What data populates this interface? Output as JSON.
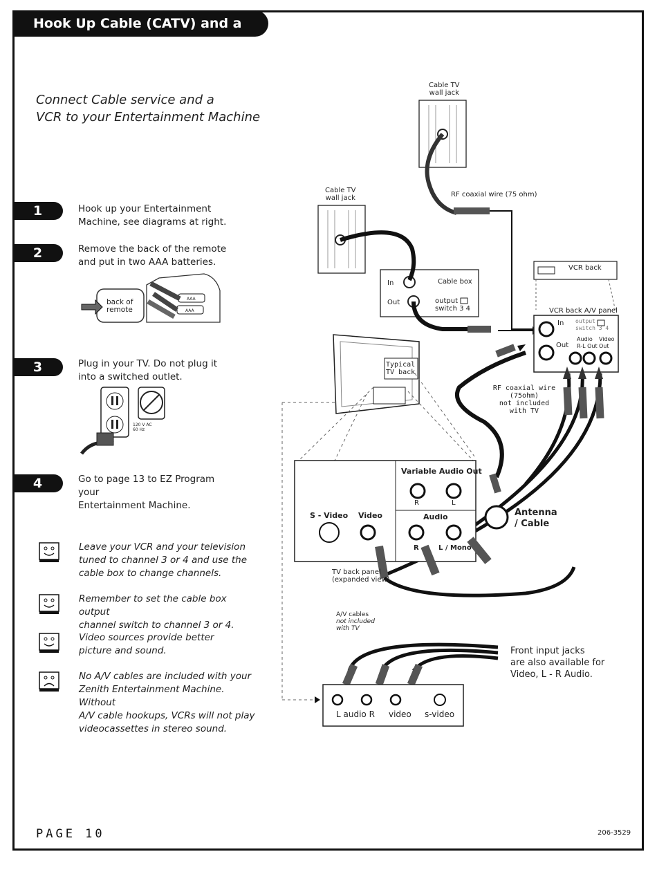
{
  "header": {
    "title": "Hook Up Cable (CATV) and a VCR"
  },
  "subtitle": {
    "line1": "Connect Cable service and a",
    "line2": "VCR to your Entertainment Machine"
  },
  "steps": [
    {
      "num": "1",
      "line1": "Hook up your Entertainment",
      "line2": "Machine, see diagrams at right."
    },
    {
      "num": "2",
      "line1": "Remove the back of the remote",
      "line2": "and put in two AAA batteries."
    },
    {
      "num": "3",
      "line1": "Plug in your TV. Do not plug it",
      "line2": "into a switched outlet."
    },
    {
      "num": "4",
      "line1": "Go to page 13 to EZ Program your",
      "line2": "Entertainment Machine."
    }
  ],
  "remote_label": {
    "line1": "back of",
    "line2": "remote"
  },
  "battery_label": "AAA",
  "outlet_label": {
    "line1": "120 V AC",
    "line2": "60 Hz"
  },
  "notes": [
    {
      "mood": "happy",
      "lines": [
        "Leave your VCR and your television",
        "tuned to channel 3 or 4 and use the",
        "cable box to change channels."
      ]
    },
    {
      "mood": "happy",
      "lines": [
        "Remember to set the cable box output",
        "channel switch to channel 3 or 4."
      ]
    },
    {
      "mood": "happy",
      "lines": [
        "Video sources provide better",
        "picture and sound."
      ]
    },
    {
      "mood": "sad",
      "lines": [
        "No A/V cables are included with your",
        "Zenith Entertainment Machine. Without",
        "A/V cable hookups, VCRs will not play",
        "videocassettes in stereo sound."
      ]
    }
  ],
  "diagram": {
    "wall_jack_top": {
      "line1": "Cable TV",
      "line2": "wall jack"
    },
    "wall_jack_left": {
      "line1": "Cable TV",
      "line2": "wall jack"
    },
    "rf_wire_top": "RF coaxial wire (75 ohm)",
    "cable_box": {
      "title": "Cable box",
      "in": "In",
      "out": "Out",
      "switch1": "output",
      "switch2": "switch",
      "ch": "3  4"
    },
    "vcr_back": "VCR back",
    "vcr_panel": {
      "title": "VCR back A/V panel",
      "in": "In",
      "out": "Out",
      "output": "output",
      "switch": "switch",
      "ch": "3  4",
      "audio": "Audio",
      "rl_out": "R-L Out",
      "video": "Video",
      "video_out": "Out"
    },
    "tv_back": {
      "line1": "Typical",
      "line2": "TV back"
    },
    "rf_wire_mid": {
      "line1": "RF coaxial wire",
      "line2": "(75ohm)",
      "line3": "not included",
      "line4": "with TV"
    },
    "tv_panel": {
      "variable_audio_out": "Variable Audio Out",
      "r": "R",
      "l": "L",
      "svideo": "S - Video",
      "video": "Video",
      "audio": "Audio",
      "audio_r": "R",
      "l_mono": "L / Mono",
      "antenna": "Antenna",
      "cable": "/ Cable"
    },
    "tv_panel_caption": {
      "line1": "TV back panel",
      "line2": "(expanded view)"
    },
    "av_cables": {
      "line1": "A/V cables",
      "line2": "not included",
      "line3": "with TV"
    },
    "front_jacks_note": {
      "line1": "Front input jacks",
      "line2": "are also available for",
      "line3": "Video, L - R Audio."
    },
    "front_panel": {
      "l_audio_r": "L audio R",
      "video": "video",
      "svideo": "s-video"
    }
  },
  "footer": {
    "page": "PAGE 10",
    "code": "206-3529"
  }
}
